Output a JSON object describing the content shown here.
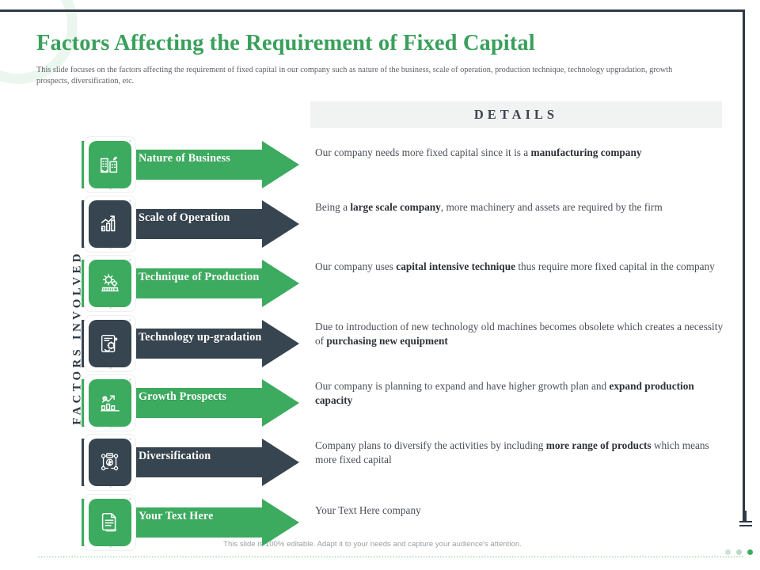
{
  "theme": {
    "green": "#3cab5f",
    "green_light": "#4cb96d",
    "dark": "#36454f",
    "dark_slate": "#3a4a58",
    "title_color": "#39a05b",
    "header_bg": "#f1f2f2",
    "body_text": "#4a4f57",
    "frame_color": "#2f3a46"
  },
  "header": {
    "title": "Factors Affecting the Requirement of Fixed Capital",
    "subtitle": "This slide focuses on the factors affecting the requirement of fixed capital in our company such as nature of the business, scale of operation, production technique, technology upgradation, growth prospects, diversification, etc."
  },
  "axis_label": "FACTORS INVOLVED",
  "details_header": "DETAILS",
  "rows": [
    {
      "label": "Nature of Business",
      "icon": "buildings-signal-icon",
      "color": "green",
      "detail_parts": [
        {
          "text": "Our company needs more fixed capital since it is a ",
          "bold": false
        },
        {
          "text": "manufacturing company",
          "bold": true
        }
      ]
    },
    {
      "label": "Scale of Operation",
      "icon": "bar-chart-growth-icon",
      "color": "dark",
      "detail_parts": [
        {
          "text": "Being a ",
          "bold": false
        },
        {
          "text": "large scale company",
          "bold": true
        },
        {
          "text": ", more machinery and assets are required by the firm",
          "bold": false
        }
      ]
    },
    {
      "label": "Technique of Production",
      "icon": "gear-factory-icon",
      "color": "green",
      "detail_parts": [
        {
          "text": "Our company uses ",
          "bold": false
        },
        {
          "text": "capital intensive technique",
          "bold": true
        },
        {
          "text": " thus require more fixed capital in the company",
          "bold": false
        }
      ]
    },
    {
      "label": "Technology up-gradation",
      "icon": "device-settings-icon",
      "color": "dark",
      "detail_parts": [
        {
          "text": "Due to introduction of new technology old machines becomes obsolete which creates a necessity of ",
          "bold": false
        },
        {
          "text": "purchasing new equipment",
          "bold": true
        }
      ]
    },
    {
      "label": "Growth Prospects",
      "icon": "growth-arrow-chart-icon",
      "color": "green",
      "detail_parts": [
        {
          "text": "Our company is planning to expand and have higher growth plan and ",
          "bold": false
        },
        {
          "text": "expand production capacity",
          "bold": true
        }
      ]
    },
    {
      "label": "Diversification",
      "icon": "network-nodes-money-icon",
      "color": "dark",
      "detail_parts": [
        {
          "text": "Company plans to diversify the activities by including ",
          "bold": false
        },
        {
          "text": "more range of products",
          "bold": true
        },
        {
          "text": " which means more fixed capital",
          "bold": false
        }
      ]
    },
    {
      "label": "Your Text Here",
      "icon": "document-pages-icon",
      "color": "green",
      "detail_parts": [
        {
          "text": "Your Text Here company",
          "bold": false
        }
      ]
    }
  ],
  "footer": {
    "note": "This slide is 100% editable. Adapt it to your needs and capture your audience's attention."
  },
  "bottom_dots": [
    "#cfe3d5",
    "#bcd9c6",
    "#3cab5f"
  ]
}
